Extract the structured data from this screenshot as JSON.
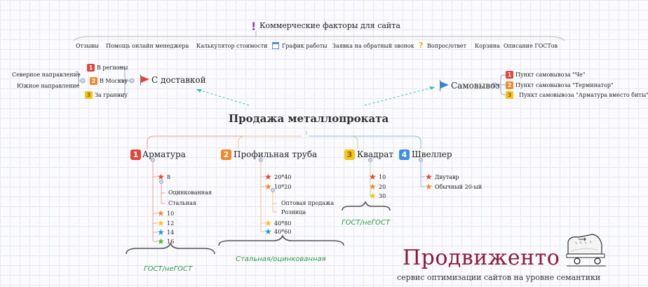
{
  "top": {
    "title": "Коммерческие факторы для сайта",
    "items": [
      "Отзывы",
      "Помощь онлайн менеджера",
      "Калькулятор стоимости",
      "График работы",
      "Заявка на обратный звонок",
      "Вопрос/ответ",
      "Корзина",
      "Описание ГОСТов"
    ]
  },
  "center": {
    "title": "Продажа металлопроката"
  },
  "delivery": {
    "title": "С доставкой",
    "items": [
      {
        "num": "1",
        "label": "В регионы"
      },
      {
        "num": "2",
        "label": "В Москву"
      },
      {
        "num": "3",
        "label": "За границу"
      }
    ],
    "sub": [
      "Северное направление",
      "Южное направление"
    ]
  },
  "pickup": {
    "title": "Самовывоз",
    "items": [
      {
        "num": "1",
        "label": "Пункт самовывоза \"Че\""
      },
      {
        "num": "2",
        "label": "Пункт самовывоза \"Терминатор\""
      },
      {
        "num": "3",
        "label": "Пункт самовывоза \"Арматура вместо биты\""
      }
    ]
  },
  "categories": [
    {
      "num": "1",
      "title": "Арматура",
      "items": [
        "8",
        "Оцинкованная",
        "Стальная",
        "10",
        "12",
        "14",
        "16"
      ]
    },
    {
      "num": "2",
      "title": "Профильная труба",
      "items": [
        "20*40",
        "10*20",
        "Оптовая продажа",
        "Розница",
        "40*80",
        "40*60"
      ]
    },
    {
      "num": "3",
      "title": "Квадрат",
      "items": [
        "10",
        "20",
        "30"
      ]
    },
    {
      "num": "4",
      "title": "Швеллер",
      "items": [
        "Двутавр",
        "Обычный 20-ый"
      ]
    }
  ],
  "braces": [
    "ГОСТ/неГОСТ",
    "Стальная/оцинкованная",
    "ГОСТ/неГОСТ"
  ],
  "brand": {
    "name": "Продвиженто",
    "tagline": "сервис оптимизации сайтов на уровне семантики"
  },
  "colors": {
    "red": "#e0463c",
    "orange": "#f0882a",
    "yellow": "#f5c518",
    "blue": "#3d8fe0",
    "green_label": "#2f9a4a",
    "brand": "#8a1a3c"
  }
}
